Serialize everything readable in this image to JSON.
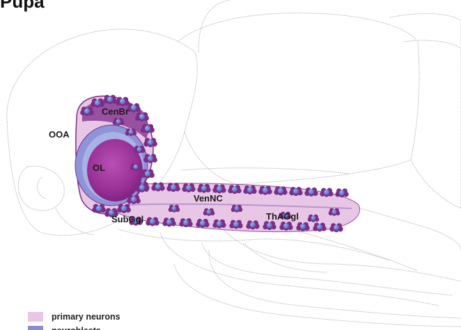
{
  "title": "Pupa",
  "labels": {
    "cenbr": "CenBr",
    "ooa": "OOA",
    "ol": "OL",
    "vennc": "VenNC",
    "subggl": "SubGgl",
    "thaggl": "ThAGgl"
  },
  "legend": [
    {
      "label": "primary neurons",
      "color": "#e8c6e6"
    },
    {
      "label": "neuroblasts",
      "color": "#8c8bd0"
    }
  ],
  "colors": {
    "neuron_purple": "#7a2e86",
    "light_purple": "#b78bd0",
    "blue_cell": "#6b7fc9",
    "ol_core": "#a2389f",
    "body_outline": "#9a9a9a"
  }
}
